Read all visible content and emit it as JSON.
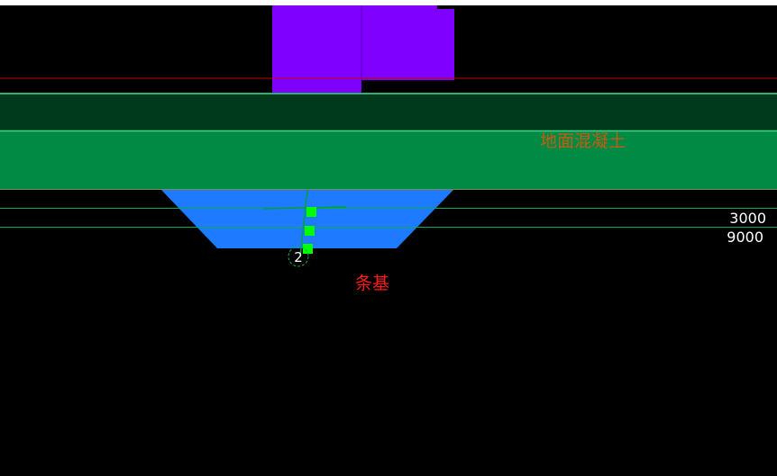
{
  "drawing": {
    "labels": {
      "ground_concrete": "地面混凝土",
      "strip_foundation": "条基"
    },
    "dimensions": {
      "dim_1": "3000",
      "dim_2": "9000"
    },
    "axis_marker": {
      "number": "2"
    }
  },
  "colors": {
    "background": "#000000",
    "top_band": "#ffffff",
    "column": "#8000ff",
    "reference_line": "#c00000",
    "slab_dark": "#003a1c",
    "slab_edge": "#3dd68c",
    "slab": "#008a44",
    "foundation": "#1e7bff",
    "grid_line": "#00b050",
    "grip": "#00ff00",
    "label_orange": "#c85a10",
    "label_red": "#ff1a1a",
    "text_white": "#ffffff"
  }
}
